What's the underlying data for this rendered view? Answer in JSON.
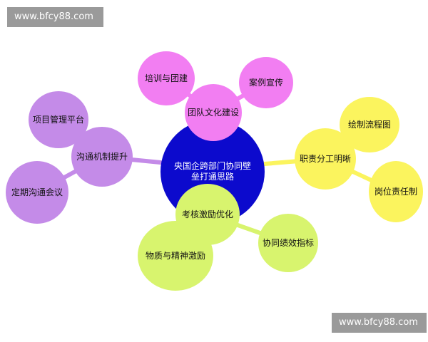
{
  "watermark": {
    "top": "www.bfcy88.com",
    "bottom": "www.bfcy88.com"
  },
  "colors": {
    "center": "#0c0acd",
    "pink": "#f27ef2",
    "yellow": "#fbf45e",
    "green": "#d8f46e",
    "purple": "#c48be8",
    "watermark_bg": "#9a9a9a"
  },
  "diagram": {
    "center": "央国企跨部门协同壁垒打通思路",
    "branches": {
      "team_culture": {
        "label": "团队文化建设",
        "children": [
          "培训与团建",
          "案例宣传"
        ]
      },
      "duty_division": {
        "label": "职责分工明晰",
        "children": [
          "绘制流程图",
          "岗位责任制"
        ]
      },
      "assessment": {
        "label": "考核激励优化",
        "children": [
          "物质与精神激励",
          "协同绩效指标"
        ]
      },
      "communication": {
        "label": "沟通机制提升",
        "children": [
          "项目管理平台",
          "定期沟通会议"
        ]
      }
    }
  }
}
